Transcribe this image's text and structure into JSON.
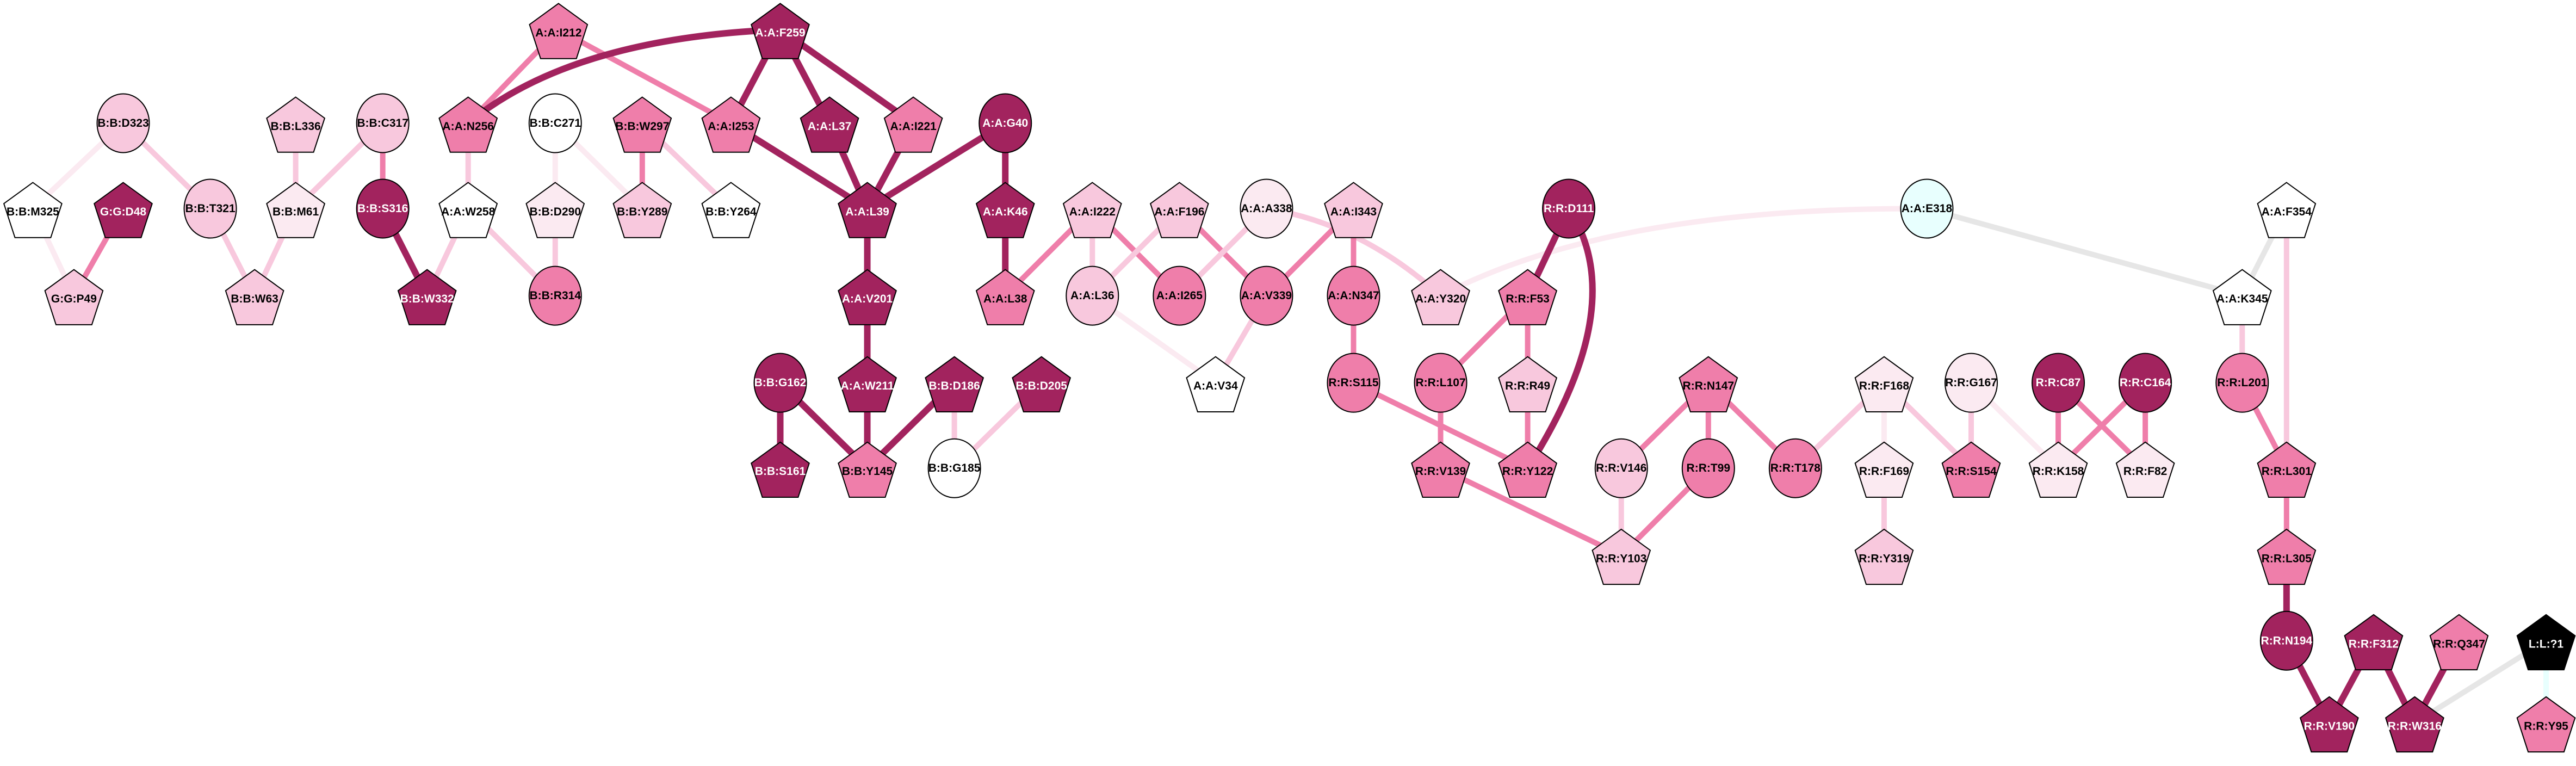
{
  "colors": {
    "dark": "#A2235E",
    "mid": "#EF7EAA",
    "light": "#F8C8DD",
    "vlight": "#FBEAF1",
    "white": "#FFFFFF",
    "cyan": "#E8FFFE",
    "black": "#000000",
    "gray": "#E6E6E6"
  },
  "nodes": [
    {
      "id": "I212",
      "label": "A:A:I212",
      "shape": "pentagon",
      "fill": "mid"
    },
    {
      "id": "F259",
      "label": "A:A:F259",
      "shape": "pentagon",
      "fill": "dark"
    },
    {
      "id": "D323",
      "label": "B:B:D323",
      "shape": "circle",
      "fill": "light"
    },
    {
      "id": "L336",
      "label": "B:B:L336",
      "shape": "pentagon",
      "fill": "light"
    },
    {
      "id": "C317",
      "label": "B:B:C317",
      "shape": "circle",
      "fill": "light"
    },
    {
      "id": "N256",
      "label": "A:A:N256",
      "shape": "pentagon",
      "fill": "mid"
    },
    {
      "id": "C271",
      "label": "B:B:C271",
      "shape": "circle",
      "fill": "white"
    },
    {
      "id": "W297",
      "label": "B:B:W297",
      "shape": "pentagon",
      "fill": "mid"
    },
    {
      "id": "I253",
      "label": "A:A:I253",
      "shape": "pentagon",
      "fill": "mid"
    },
    {
      "id": "L37",
      "label": "A:A:L37",
      "shape": "pentagon",
      "fill": "dark"
    },
    {
      "id": "I221",
      "label": "A:A:I221",
      "shape": "pentagon",
      "fill": "mid"
    },
    {
      "id": "G40",
      "label": "A:A:G40",
      "shape": "circle",
      "fill": "dark"
    },
    {
      "id": "M325",
      "label": "B:B:M325",
      "shape": "pentagon",
      "fill": "white"
    },
    {
      "id": "D48",
      "label": "G:G:D48",
      "shape": "pentagon",
      "fill": "dark"
    },
    {
      "id": "T321",
      "label": "B:B:T321",
      "shape": "circle",
      "fill": "light"
    },
    {
      "id": "M61",
      "label": "B:B:M61",
      "shape": "pentagon",
      "fill": "vlight"
    },
    {
      "id": "S316",
      "label": "B:B:S316",
      "shape": "circle",
      "fill": "dark"
    },
    {
      "id": "W258",
      "label": "A:A:W258",
      "shape": "pentagon",
      "fill": "white"
    },
    {
      "id": "D290",
      "label": "B:B:D290",
      "shape": "pentagon",
      "fill": "vlight"
    },
    {
      "id": "Y289",
      "label": "B:B:Y289",
      "shape": "pentagon",
      "fill": "light"
    },
    {
      "id": "Y264",
      "label": "B:B:Y264",
      "shape": "pentagon",
      "fill": "white"
    },
    {
      "id": "L39",
      "label": "A:A:L39",
      "shape": "pentagon",
      "fill": "dark"
    },
    {
      "id": "K46",
      "label": "A:A:K46",
      "shape": "pentagon",
      "fill": "dark"
    },
    {
      "id": "I222",
      "label": "A:A:I222",
      "shape": "pentagon",
      "fill": "light"
    },
    {
      "id": "F196",
      "label": "A:A:F196",
      "shape": "pentagon",
      "fill": "light"
    },
    {
      "id": "A338",
      "label": "A:A:A338",
      "shape": "circle",
      "fill": "vlight"
    },
    {
      "id": "I343",
      "label": "A:A:I343",
      "shape": "pentagon",
      "fill": "light"
    },
    {
      "id": "D111",
      "label": "R:R:D111",
      "shape": "circle",
      "fill": "dark"
    },
    {
      "id": "E318",
      "label": "A:A:E318",
      "shape": "circle",
      "fill": "cyan"
    },
    {
      "id": "F354",
      "label": "A:A:F354",
      "shape": "pentagon",
      "fill": "white"
    },
    {
      "id": "P49",
      "label": "G:G:P49",
      "shape": "pentagon",
      "fill": "light"
    },
    {
      "id": "W63",
      "label": "B:B:W63",
      "shape": "pentagon",
      "fill": "light"
    },
    {
      "id": "W332",
      "label": "B:B:W332",
      "shape": "pentagon",
      "fill": "dark"
    },
    {
      "id": "R314",
      "label": "B:B:R314",
      "shape": "circle",
      "fill": "mid"
    },
    {
      "id": "V201",
      "label": "A:A:V201",
      "shape": "pentagon",
      "fill": "dark"
    },
    {
      "id": "L38",
      "label": "A:A:L38",
      "shape": "pentagon",
      "fill": "mid"
    },
    {
      "id": "L36",
      "label": "A:A:L36",
      "shape": "circle",
      "fill": "light"
    },
    {
      "id": "I265",
      "label": "A:A:I265",
      "shape": "circle",
      "fill": "mid"
    },
    {
      "id": "V339",
      "label": "A:A:V339",
      "shape": "circle",
      "fill": "mid"
    },
    {
      "id": "N347",
      "label": "A:A:N347",
      "shape": "circle",
      "fill": "mid"
    },
    {
      "id": "Y320",
      "label": "A:A:Y320",
      "shape": "pentagon",
      "fill": "light"
    },
    {
      "id": "F53",
      "label": "R:R:F53",
      "shape": "pentagon",
      "fill": "mid"
    },
    {
      "id": "K345",
      "label": "A:A:K345",
      "shape": "pentagon",
      "fill": "white"
    },
    {
      "id": "G162",
      "label": "B:B:G162",
      "shape": "circle",
      "fill": "dark"
    },
    {
      "id": "W211",
      "label": "A:A:W211",
      "shape": "pentagon",
      "fill": "dark"
    },
    {
      "id": "D186",
      "label": "B:B:D186",
      "shape": "pentagon",
      "fill": "dark"
    },
    {
      "id": "D205",
      "label": "B:B:D205",
      "shape": "pentagon",
      "fill": "dark"
    },
    {
      "id": "V34",
      "label": "A:A:V34",
      "shape": "pentagon",
      "fill": "white"
    },
    {
      "id": "S115",
      "label": "R:R:S115",
      "shape": "circle",
      "fill": "mid"
    },
    {
      "id": "L107",
      "label": "R:R:L107",
      "shape": "circle",
      "fill": "mid"
    },
    {
      "id": "R49",
      "label": "R:R:R49",
      "shape": "pentagon",
      "fill": "light"
    },
    {
      "id": "N147",
      "label": "R:R:N147",
      "shape": "pentagon",
      "fill": "mid"
    },
    {
      "id": "F168",
      "label": "R:R:F168",
      "shape": "pentagon",
      "fill": "vlight"
    },
    {
      "id": "G167",
      "label": "R:R:G167",
      "shape": "circle",
      "fill": "vlight"
    },
    {
      "id": "C87",
      "label": "R:R:C87",
      "shape": "circle",
      "fill": "dark"
    },
    {
      "id": "C164",
      "label": "R:R:C164",
      "shape": "circle",
      "fill": "dark"
    },
    {
      "id": "L201",
      "label": "R:R:L201",
      "shape": "circle",
      "fill": "mid"
    },
    {
      "id": "S161",
      "label": "B:B:S161",
      "shape": "pentagon",
      "fill": "dark"
    },
    {
      "id": "Y145",
      "label": "B:B:Y145",
      "shape": "pentagon",
      "fill": "mid"
    },
    {
      "id": "G185",
      "label": "B:B:G185",
      "shape": "circle",
      "fill": "white"
    },
    {
      "id": "V139",
      "label": "R:R:V139",
      "shape": "pentagon",
      "fill": "mid"
    },
    {
      "id": "Y122",
      "label": "R:R:Y122",
      "shape": "pentagon",
      "fill": "mid"
    },
    {
      "id": "V146",
      "label": "R:R:V146",
      "shape": "circle",
      "fill": "light"
    },
    {
      "id": "T99",
      "label": "R:R:T99",
      "shape": "circle",
      "fill": "mid"
    },
    {
      "id": "T178",
      "label": "R:R:T178",
      "shape": "circle",
      "fill": "mid"
    },
    {
      "id": "F169",
      "label": "R:R:F169",
      "shape": "pentagon",
      "fill": "vlight"
    },
    {
      "id": "S154",
      "label": "R:R:S154",
      "shape": "pentagon",
      "fill": "mid"
    },
    {
      "id": "K158",
      "label": "R:R:K158",
      "shape": "pentagon",
      "fill": "vlight"
    },
    {
      "id": "F82",
      "label": "R:R:F82",
      "shape": "pentagon",
      "fill": "vlight"
    },
    {
      "id": "L301",
      "label": "R:R:L301",
      "shape": "pentagon",
      "fill": "mid"
    },
    {
      "id": "Y103",
      "label": "R:R:Y103",
      "shape": "pentagon",
      "fill": "light"
    },
    {
      "id": "Y319",
      "label": "R:R:Y319",
      "shape": "pentagon",
      "fill": "light"
    },
    {
      "id": "L305",
      "label": "R:R:L305",
      "shape": "pentagon",
      "fill": "mid"
    },
    {
      "id": "N194",
      "label": "R:R:N194",
      "shape": "circle",
      "fill": "dark"
    },
    {
      "id": "F312",
      "label": "R:R:F312",
      "shape": "pentagon",
      "fill": "dark"
    },
    {
      "id": "Q347",
      "label": "R:R:Q347",
      "shape": "pentagon",
      "fill": "mid"
    },
    {
      "id": "L1",
      "label": "L:L:?1",
      "shape": "pentagon",
      "fill": "black"
    },
    {
      "id": "V190",
      "label": "R:R:V190",
      "shape": "pentagon",
      "fill": "dark"
    },
    {
      "id": "W316",
      "label": "R:R:W316",
      "shape": "pentagon",
      "fill": "dark"
    },
    {
      "id": "Y95",
      "label": "R:R:Y95",
      "shape": "pentagon",
      "fill": "mid"
    }
  ],
  "edges": [
    [
      "I212",
      "N256",
      "mid"
    ],
    [
      "I212",
      "I253",
      "mid"
    ],
    [
      "F259",
      "N256",
      "dark"
    ],
    [
      "F259",
      "I253",
      "dark"
    ],
    [
      "F259",
      "L37",
      "dark"
    ],
    [
      "F259",
      "I221",
      "dark"
    ],
    [
      "I253",
      "L39",
      "dark"
    ],
    [
      "L37",
      "L39",
      "dark"
    ],
    [
      "I221",
      "L39",
      "dark"
    ],
    [
      "G40",
      "L39",
      "dark"
    ],
    [
      "G40",
      "K46",
      "dark"
    ],
    [
      "K46",
      "L38",
      "dark"
    ],
    [
      "L39",
      "V201",
      "dark"
    ],
    [
      "V201",
      "W211",
      "dark"
    ],
    [
      "W211",
      "Y145",
      "dark"
    ],
    [
      "G162",
      "S161",
      "dark"
    ],
    [
      "G162",
      "Y145",
      "dark"
    ],
    [
      "D186",
      "Y145",
      "dark"
    ],
    [
      "D186",
      "G185",
      "light"
    ],
    [
      "D205",
      "G185",
      "light"
    ],
    [
      "D323",
      "M325",
      "vlight"
    ],
    [
      "D323",
      "T321",
      "light"
    ],
    [
      "M325",
      "P49",
      "vlight"
    ],
    [
      "D48",
      "P49",
      "mid"
    ],
    [
      "T321",
      "W63",
      "light"
    ],
    [
      "M61",
      "W63",
      "light"
    ],
    [
      "L336",
      "M61",
      "light"
    ],
    [
      "C317",
      "M61",
      "light"
    ],
    [
      "C317",
      "S316",
      "mid"
    ],
    [
      "S316",
      "W332",
      "dark"
    ],
    [
      "N256",
      "W258",
      "light"
    ],
    [
      "W258",
      "W332",
      "light"
    ],
    [
      "W258",
      "R314",
      "light"
    ],
    [
      "C271",
      "D290",
      "vlight"
    ],
    [
      "C271",
      "Y289",
      "vlight"
    ],
    [
      "D290",
      "R314",
      "light"
    ],
    [
      "W297",
      "Y289",
      "mid"
    ],
    [
      "W297",
      "Y264",
      "light"
    ],
    [
      "I222",
      "L38",
      "mid"
    ],
    [
      "I222",
      "L36",
      "light"
    ],
    [
      "I222",
      "I265",
      "mid"
    ],
    [
      "F196",
      "L36",
      "light"
    ],
    [
      "F196",
      "V339",
      "mid"
    ],
    [
      "A338",
      "I265",
      "light"
    ],
    [
      "A338",
      "Y320",
      "light"
    ],
    [
      "I343",
      "V339",
      "mid"
    ],
    [
      "I343",
      "N347",
      "mid"
    ],
    [
      "L36",
      "V34",
      "vlight"
    ],
    [
      "V339",
      "V34",
      "light"
    ],
    [
      "N347",
      "S115",
      "mid"
    ],
    [
      "E318",
      "Y320",
      "vlight"
    ],
    [
      "E318",
      "K345",
      "gray"
    ],
    [
      "D111",
      "F53",
      "dark"
    ],
    [
      "D111",
      "Y122",
      "dark"
    ],
    [
      "F53",
      "L107",
      "mid"
    ],
    [
      "F53",
      "R49",
      "mid"
    ],
    [
      "R49",
      "Y122",
      "mid"
    ],
    [
      "S115",
      "Y122",
      "mid"
    ],
    [
      "L107",
      "V139",
      "mid"
    ],
    [
      "V139",
      "Y103",
      "mid"
    ],
    [
      "N147",
      "V146",
      "mid"
    ],
    [
      "N147",
      "T99",
      "mid"
    ],
    [
      "N147",
      "T178",
      "mid"
    ],
    [
      "V146",
      "Y103",
      "light"
    ],
    [
      "T99",
      "Y103",
      "mid"
    ],
    [
      "F168",
      "T178",
      "light"
    ],
    [
      "F168",
      "F169",
      "vlight"
    ],
    [
      "F168",
      "S154",
      "light"
    ],
    [
      "F169",
      "Y319",
      "light"
    ],
    [
      "G167",
      "S154",
      "light"
    ],
    [
      "G167",
      "K158",
      "vlight"
    ],
    [
      "C87",
      "K158",
      "mid"
    ],
    [
      "C87",
      "F82",
      "mid"
    ],
    [
      "C164",
      "K158",
      "mid"
    ],
    [
      "C164",
      "F82",
      "mid"
    ],
    [
      "F354",
      "K345",
      "gray"
    ],
    [
      "F354",
      "L301",
      "light"
    ],
    [
      "K345",
      "L201",
      "light"
    ],
    [
      "L201",
      "L301",
      "mid"
    ],
    [
      "L301",
      "L305",
      "mid"
    ],
    [
      "L305",
      "N194",
      "dark"
    ],
    [
      "N194",
      "V190",
      "dark"
    ],
    [
      "F312",
      "V190",
      "dark"
    ],
    [
      "F312",
      "W316",
      "dark"
    ],
    [
      "Q347",
      "W316",
      "dark"
    ],
    [
      "L1",
      "W316",
      "gray"
    ],
    [
      "L1",
      "Y95",
      "cyan"
    ]
  ]
}
